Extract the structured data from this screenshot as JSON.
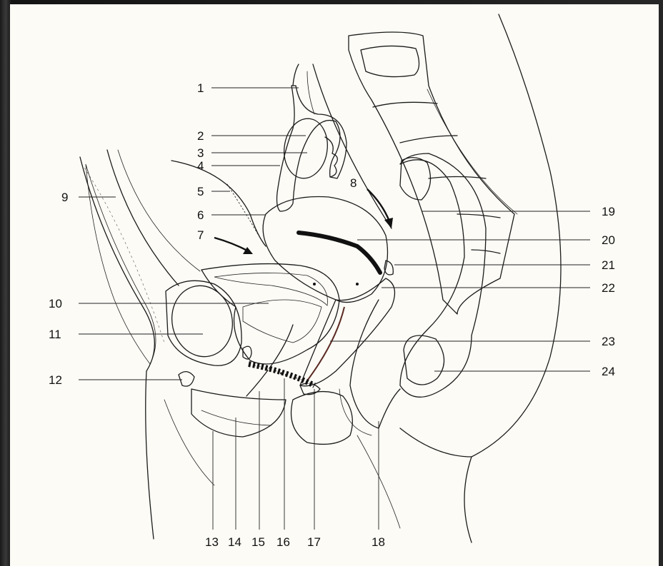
{
  "labels": [
    {
      "id": 1,
      "text": "1"
    },
    {
      "id": 2,
      "text": "2"
    },
    {
      "id": 3,
      "text": "3"
    },
    {
      "id": 4,
      "text": "4"
    },
    {
      "id": 5,
      "text": "5"
    },
    {
      "id": 6,
      "text": "6"
    },
    {
      "id": 7,
      "text": "7"
    },
    {
      "id": 8,
      "text": "8"
    },
    {
      "id": 9,
      "text": "9"
    },
    {
      "id": 10,
      "text": "10"
    },
    {
      "id": 11,
      "text": "11"
    },
    {
      "id": 12,
      "text": "12"
    },
    {
      "id": 13,
      "text": "13"
    },
    {
      "id": 14,
      "text": "14"
    },
    {
      "id": 15,
      "text": "15"
    },
    {
      "id": 16,
      "text": "16"
    },
    {
      "id": 17,
      "text": "17"
    },
    {
      "id": 18,
      "text": "18"
    },
    {
      "id": 19,
      "text": "19"
    },
    {
      "id": 20,
      "text": "20"
    },
    {
      "id": 21,
      "text": "21"
    },
    {
      "id": 22,
      "text": "22"
    },
    {
      "id": 23,
      "text": "23"
    },
    {
      "id": 24,
      "text": "24"
    }
  ],
  "colors": {
    "uterus_pink": "#f1c3b8",
    "ovary_gray": "#8f8f8f",
    "ink": "#1b1b1b",
    "paper": "#fcfbf6"
  }
}
